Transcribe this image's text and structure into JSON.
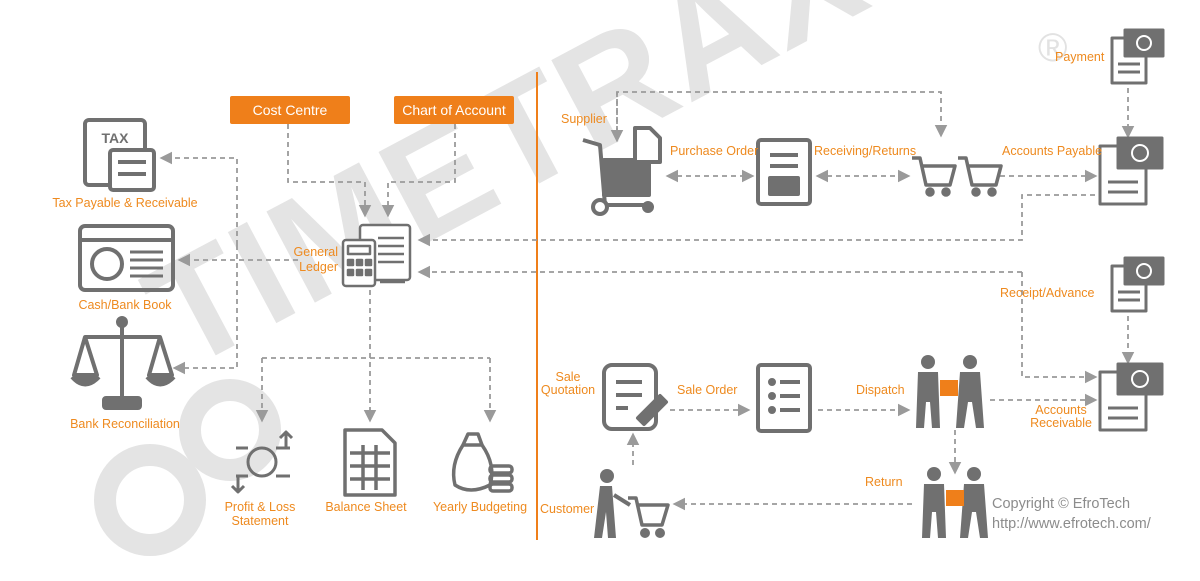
{
  "watermark": {
    "brand": "TIMETRAX",
    "reg": "®"
  },
  "buttons": {
    "cost_centre": "Cost Centre",
    "chart_of_account": "Chart of Account"
  },
  "left": {
    "tax": "Tax Payable & Receivable",
    "tax_icon_text": "TAX",
    "cash": "Cash/Bank Book",
    "bank": "Bank Reconciliation",
    "gl_line1": "General",
    "gl_line2": "Ledger",
    "pl_line1": "Profit & Loss",
    "pl_line2": "Statement",
    "balance": "Balance Sheet",
    "budget": "Yearly Budgeting"
  },
  "right": {
    "supplier": "Supplier",
    "purchase_order": "Purchase Order",
    "receiving": "Receiving/Returns",
    "accounts_payable": "Accounts Payable",
    "payment": "Payment",
    "receipt": "Receipt/Advance",
    "sale_q1": "Sale",
    "sale_q2": "Quotation",
    "sale_order": "Sale Order",
    "dispatch": "Dispatch",
    "ar1": "Accounts",
    "ar2": "Receivable",
    "return": "Return",
    "customer": "Customer"
  },
  "copyright": {
    "line1": "Copyright © EfroTech",
    "line2": "http://www.efrotech.com/"
  },
  "colors": {
    "accent": "#ef7f1a",
    "icon": "#707070",
    "arrow": "#9a9a9a",
    "divider": "#ef7f1a"
  }
}
